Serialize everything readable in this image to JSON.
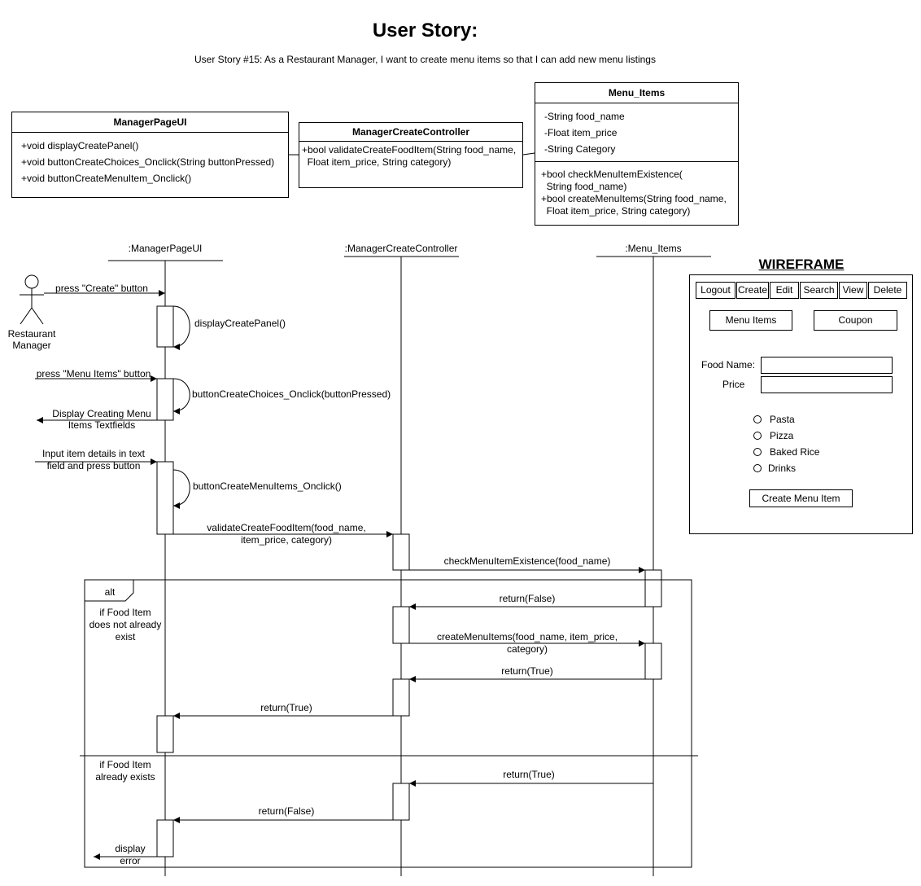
{
  "header": {
    "title": "User Story:",
    "subtitle": "User Story #15: As a Restaurant Manager, I want to create menu items so that I can add new menu listings"
  },
  "classes": {
    "manager_ui": {
      "name": "ManagerPageUI",
      "methods": [
        "+void displayCreatePanel()",
        "+void buttonCreateChoices_Onclick(String buttonPressed)",
        "+void buttonCreateMenuItem_Onclick()"
      ]
    },
    "controller": {
      "name": "ManagerCreateController",
      "methods": [
        "+bool validateCreateFoodItem(String food_name,",
        "  Float item_price, String category)"
      ]
    },
    "menu_items": {
      "name": "Menu_Items",
      "attributes": [
        "-String food_name",
        "-Float item_price",
        "-String Category"
      ],
      "methods": [
        "+bool checkMenuItemExistence(",
        "  String food_name)",
        "+bool createMenuItems(String food_name,",
        "  Float item_price, String category)"
      ]
    }
  },
  "sequence": {
    "actor": [
      "Restaurant",
      "Manager"
    ],
    "lifelines": [
      ":ManagerPageUI",
      ":ManagerCreateController",
      ":Menu_Items"
    ],
    "messages": {
      "press_create": "press \"Create\" button",
      "display_create_panel": "displayCreatePanel()",
      "press_menu_items": "press \"Menu Items\" button",
      "create_choices": "buttonCreateChoices_Onclick(buttonPressed)",
      "display_textfields": [
        "Display Creating Menu",
        "Items Textfields"
      ],
      "input_details": [
        "Input item details in text",
        "field and press button"
      ],
      "create_menu_items_onclick": "buttonCreateMenuItems_Onclick()",
      "validate": [
        "validateCreateFoodItem(food_name,",
        "item_price, category)"
      ],
      "check_existence": "checkMenuItemExistence(food_name)",
      "return_false_1": "return(False)",
      "create_menu_items": [
        "createMenuItems(food_name, item_price,",
        "category)"
      ],
      "return_true_1": "return(True)",
      "return_true_2": "return(True)",
      "return_true_3": "return(True)",
      "return_false_2": "return(False)",
      "display_error": [
        "display",
        "error"
      ]
    },
    "alt": {
      "label": "alt",
      "guard1": [
        "if Food Item",
        "does not already",
        "exist"
      ],
      "guard2": [
        "if Food Item",
        "already exists"
      ]
    }
  },
  "wireframe": {
    "title": "WIREFRAME",
    "toolbar": [
      "Logout",
      "Create",
      "Edit",
      "Search",
      "View",
      "Delete"
    ],
    "menu_items_button": "Menu Items",
    "coupon_button": "Coupon",
    "food_name_label": "Food Name:",
    "price_label": "Price",
    "categories": [
      "Pasta",
      "Pizza",
      "Baked Rice",
      "Drinks"
    ],
    "create_button": "Create Menu Item"
  }
}
